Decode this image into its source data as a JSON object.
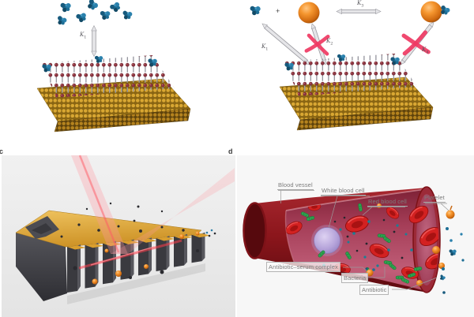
{
  "figure": {
    "panel_c_label": "c",
    "panel_d_label": "d"
  },
  "panel_a": {
    "k1": {
      "base": "K",
      "sub": "1"
    }
  },
  "panel_b": {
    "plus": "+",
    "k1": {
      "base": "K",
      "sub": "1"
    },
    "k2": {
      "base": "K",
      "sub": "2"
    },
    "k3": {
      "base": "K",
      "sub": "3"
    },
    "k4": {
      "base": "K",
      "sub": "4"
    }
  },
  "panel_d": {
    "annotations": {
      "blood_vessel": "Blood vessel",
      "white_blood_cell": "White blood cell",
      "red_blood_cell": "Red blood cell",
      "platelet": "Platelet",
      "antibiotic_serum_complex": "Antibiotic–serum complex",
      "bacteria": "Bacteria",
      "antibiotic": "Antibiotic"
    }
  },
  "colors": {
    "antibiotic_blue": "#1e6e95",
    "serum_orange": "#ef8c2a",
    "gold_surface": "#d9a732",
    "cross_red": "#ef3a63",
    "laser_pink": "#ff5a64",
    "vessel_red": "#8c161c",
    "rbc_red": "#d32121",
    "wbc_purple": "#b4a2d9",
    "bacteria_green": "#2ea14e"
  }
}
